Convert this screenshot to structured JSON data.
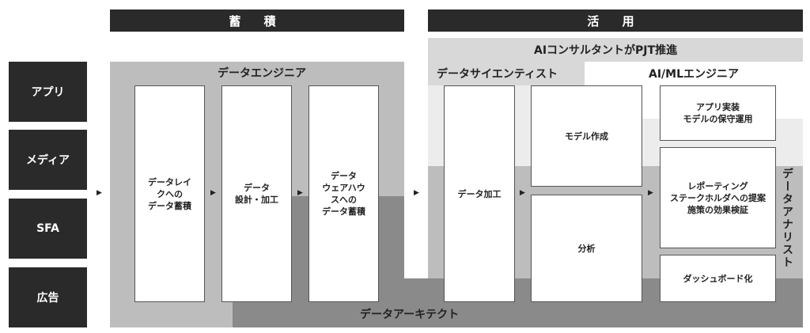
{
  "headers": {
    "accumulate": "蓄 積",
    "utilize": "活 用"
  },
  "sources": [
    "アプリ",
    "メディア",
    "SFA",
    "広告"
  ],
  "roles": {
    "data_engineer": "データエンジニア",
    "ai_consultant": "AIコンサルタントがPJT推進",
    "data_scientist": "データサイエンティスト",
    "ai_ml_engineer": "AI/MLエンジニア",
    "data_analyst": "データアナリスト",
    "data_architect": "データアーキテクト"
  },
  "boxes": {
    "data_lake": "データレイ\nクへの\nデータ蓄積",
    "data_design": "データ\n設計・加工",
    "data_warehouse": "データ\nウェアハウ\nスへの\nデータ蓄積",
    "data_processing": "データ加工",
    "model_creation": "モデル作成",
    "analysis": "分析",
    "app_impl": "アプリ実装\nモデルの保守運用",
    "reporting": "レポーティング\nステークホルダへの提案\n施策の効果検証",
    "dashboard": "ダッシュボード化"
  },
  "arrow_glyph": "▶",
  "colors": {
    "dark": "#2a2a2a",
    "gray_dark": "#8a8a8a",
    "gray_mid": "#bdbdbd",
    "gray_light": "#d8d8d8",
    "gray_lighter": "#ececec"
  }
}
